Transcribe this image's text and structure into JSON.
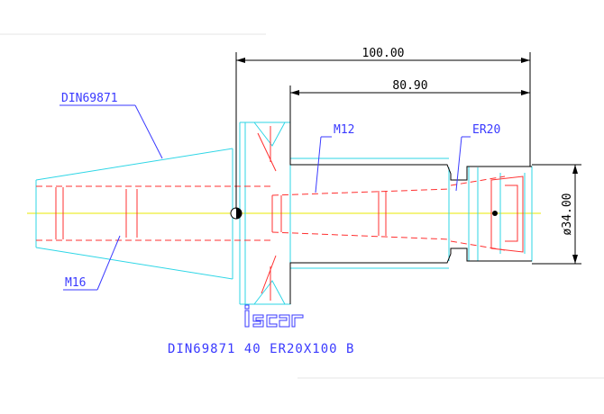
{
  "drawing": {
    "dimensions": {
      "overall_length": "100.00",
      "gauge_length": "80.90",
      "diameter": "ø34.00"
    },
    "callouts": {
      "taper": "DIN69871",
      "rear_thread": "M16",
      "retention_thread": "M12",
      "collet": "ER20"
    },
    "logo_text": "iscar",
    "designation": "DIN69871 40 ER20X100 B",
    "colors": {
      "contour": "#2ed6e6",
      "hidden": "#ff3030",
      "dimension": "#000000",
      "annotation": "#3a3aff",
      "centerline": "#e8e800"
    }
  }
}
